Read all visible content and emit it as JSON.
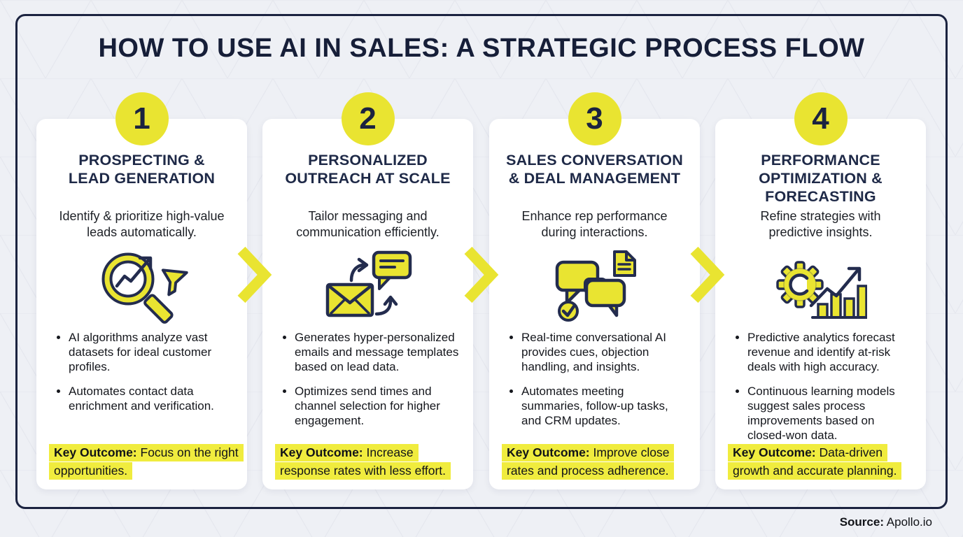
{
  "title": "HOW TO USE AI IN SALES: A STRATEGIC PROCESS FLOW",
  "source": {
    "label": "Source:",
    "value": " Apollo.io"
  },
  "colors": {
    "accent_yellow": "#e9e431",
    "highlight_yellow": "#f0ec3e",
    "heading_navy": "#1e2947",
    "frame_navy": "#1b2340",
    "background": "#eef0f5",
    "card_background": "#ffffff"
  },
  "steps": [
    {
      "number": "1",
      "title_lines": [
        "PROSPECTING &",
        "LEAD GENERATION"
      ],
      "subtitle": "Identify & prioritize high-value leads automatically.",
      "icon": "magnifier-funnel-icon",
      "bullets": [
        "AI algorithms analyze vast datasets for ideal customer profiles.",
        "Automates contact data enrichment and verification."
      ],
      "outcome_label": "Key Outcome:",
      "outcome_text": " Focus on the right opportunities."
    },
    {
      "number": "2",
      "title_lines": [
        "PERSONALIZED",
        "OUTREACH AT SCALE"
      ],
      "subtitle": "Tailor messaging and communication efficiently.",
      "icon": "email-chat-icon",
      "bullets": [
        "Generates hyper-personalized emails and message templates based on lead data.",
        "Optimizes send times and channel selection for higher engagement."
      ],
      "outcome_label": "Key Outcome:",
      "outcome_text": " Increase response rates with less effort."
    },
    {
      "number": "3",
      "title_lines": [
        "SALES CONVERSATION",
        "& DEAL MANAGEMENT"
      ],
      "subtitle": "Enhance rep performance during interactions.",
      "icon": "chat-bubbles-doc-check-icon",
      "bullets": [
        "Real-time conversational AI provides cues, objection handling, and insights.",
        "Automates meeting summaries, follow-up tasks, and CRM updates."
      ],
      "outcome_label": "Key Outcome:",
      "outcome_text": " Improve close rates and process adherence."
    },
    {
      "number": "4",
      "title_lines": [
        "PERFORMANCE",
        "OPTIMIZATION &",
        "FORECASTING"
      ],
      "subtitle": "Refine strategies with predictive insights.",
      "icon": "gear-growth-chart-icon",
      "bullets": [
        "Predictive analytics forecast revenue and identify at-risk deals with high accuracy.",
        "Continuous learning models suggest sales process improvements based on closed-won data."
      ],
      "outcome_label": "Key Outcome:",
      "outcome_text": " Data-driven growth and accurate planning."
    }
  ]
}
